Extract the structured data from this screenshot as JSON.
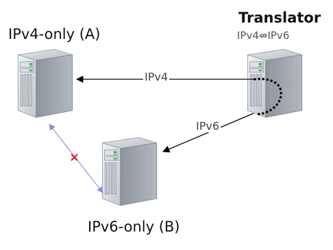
{
  "nodes": {
    "a": {
      "label": "IPv4-only (A)"
    },
    "b": {
      "label": "IPv6-only (B)"
    },
    "translator": {
      "label": "Translator",
      "sublabel": "IPv4⇎IPv6"
    }
  },
  "edges": {
    "translator_to_a": {
      "label": "IPv4"
    },
    "translator_to_b": {
      "label": "IPv6"
    },
    "a_to_b": {
      "status": "blocked",
      "marker": "×"
    }
  },
  "colors": {
    "arrow": "#000000",
    "blocked_link": "#9a9ae0",
    "blocked_mark": "#e21b1b",
    "server_body": "#c9cdd3"
  }
}
